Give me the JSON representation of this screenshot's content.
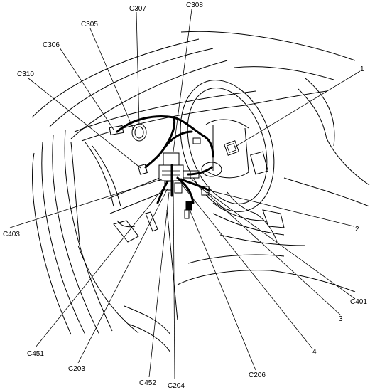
{
  "labels": {
    "C307": "C307",
    "C308": "C308",
    "C305": "C305",
    "C306": "C306",
    "C310": "C310",
    "n1": "1",
    "C403": "C403",
    "n2": "2",
    "C401": "C401",
    "n3": "3",
    "n4": "4",
    "C451": "C451",
    "C203": "C203",
    "C206": "C206",
    "C452": "C452",
    "C204": "C204"
  }
}
